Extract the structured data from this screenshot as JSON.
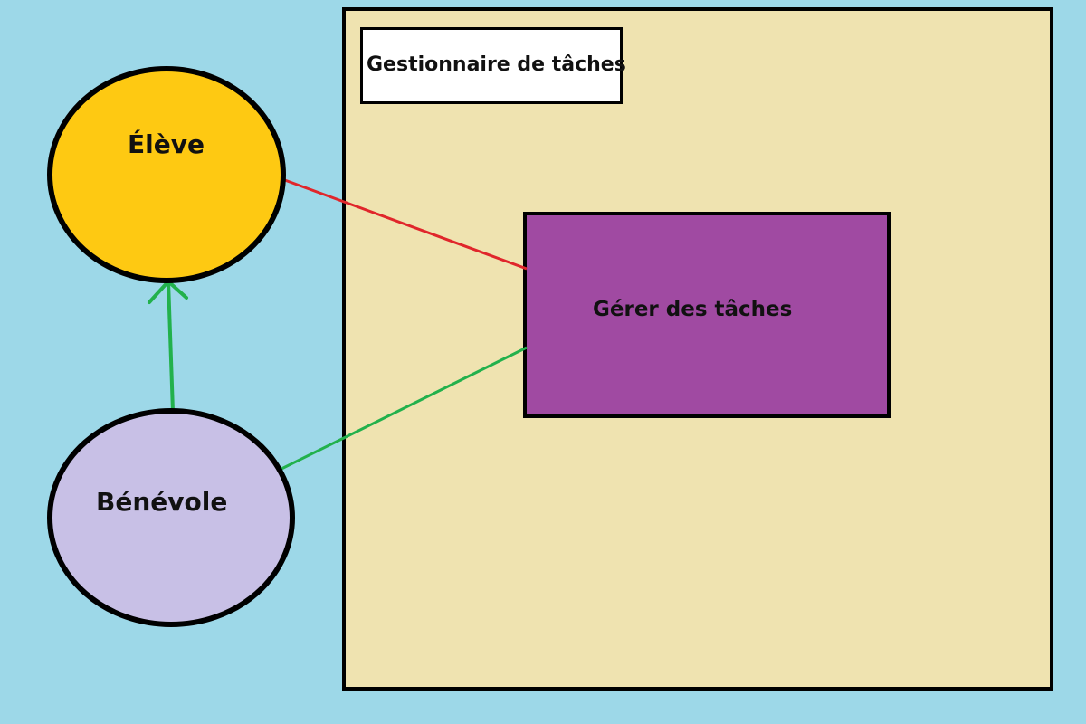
{
  "system": {
    "title": "Gestionnaire de tâches"
  },
  "actors": {
    "eleve": "Élève",
    "benevole": "Bénévole"
  },
  "use_case": {
    "label": "Gérer des tâches"
  },
  "colors": {
    "background": "#9dd8e8",
    "system_fill": "#efe3b0",
    "eleve_fill": "#fec912",
    "benevole_fill": "#c8c0e6",
    "use_case_fill": "#a04aa2",
    "association_eleve": "#e0262b",
    "association_benevole": "#22b14c",
    "generalization_arrow": "#22b14c",
    "outline": "#000000"
  }
}
